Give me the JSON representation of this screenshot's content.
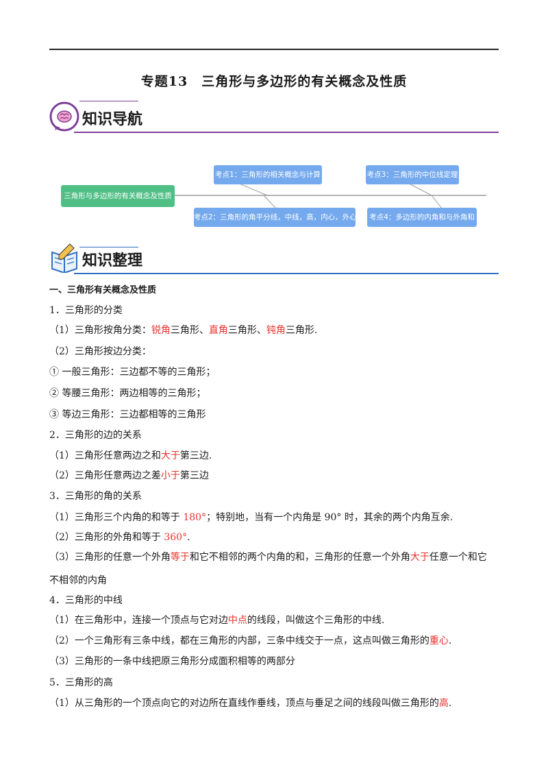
{
  "title": "专题13　三角形与多边形的有关概念及性质",
  "nav_heading": "知识导航",
  "summary_heading": "知识整理",
  "colors": {
    "nav_accent": "#7b3f98",
    "summary_accent": "#2f6fbf",
    "root_node": "#4fbf85",
    "leaf_node": "#74a9ee",
    "highlight": "#e8302a"
  },
  "diagram": {
    "root": "三角形与多边形的有关概念及性质",
    "points": [
      "考点1：三角形的相关概念与计算",
      "考点2：三角形的角平分线，中线，高，内心，外心",
      "考点3：三角形的中位线定理",
      "考点4：多边形的内角和与外角和"
    ]
  },
  "section1": {
    "heading": "一、三角形有关概念及性质"
  },
  "lines": [
    {
      "t": "1．三角形的分类"
    },
    {
      "a": "（1）三角形按角分类：",
      "r1": "锐角",
      "b": "三角形、",
      "r2": "直角",
      "c": "三角形、",
      "r3": "钝角",
      "d": "三角形."
    },
    {
      "t": "（2）三角形按边分类："
    },
    {
      "t": "①  一般三角形：三边都不等的三角形；"
    },
    {
      "t": "②  等腰三角形：两边相等的三角形；"
    },
    {
      "t": "③  等边三角形：三边都相等的三角形"
    },
    {
      "t": "2．三角形的边的关系"
    },
    {
      "a": "（1）三角形任意两边之和",
      "r1": "大于",
      "b": "第三边."
    },
    {
      "a": "（2）三角形任意两边之差",
      "r1": "小于",
      "b": "第三边"
    },
    {
      "t": "3．三角形的角的关系"
    },
    {
      "a": "（1）三角形三个内角的和等于 ",
      "r1": "180°",
      "b": "；特别地，当有一个内角是  90°  时，其余的两个内角互余."
    },
    {
      "a": "（2）三角形的外角和等于 ",
      "r1": "360°",
      "b": "."
    },
    {
      "a": "（3）三角形的任意一个外角",
      "r1": "等于",
      "b": "和它不相邻的两个内角的和，三角形的任意一个外角",
      "r2": "大于",
      "c": "任意一个和它"
    },
    {
      "t": "不相邻的内角"
    },
    {
      "t": "4．三角形的中线"
    },
    {
      "a": "（1）在三角形中，连接一个顶点与它对边",
      "r1": "中点",
      "b": "的线段，叫做这个三角形的中线."
    },
    {
      "a": "（2）一个三角形有三条中线，都在三角形的内部，三条中线交于一点，这点叫做三角形的",
      "r1": "重心",
      "b": "."
    },
    {
      "t": "（3）三角形的一条中线把原三角形分成面积相等的两部分"
    },
    {
      "t": "5．三角形的高"
    },
    {
      "a": "（1）从三角形的一个顶点向它的对边所在直线作垂线，顶点与垂足之间的线段叫做三角形的",
      "r1": "高",
      "b": "."
    }
  ]
}
